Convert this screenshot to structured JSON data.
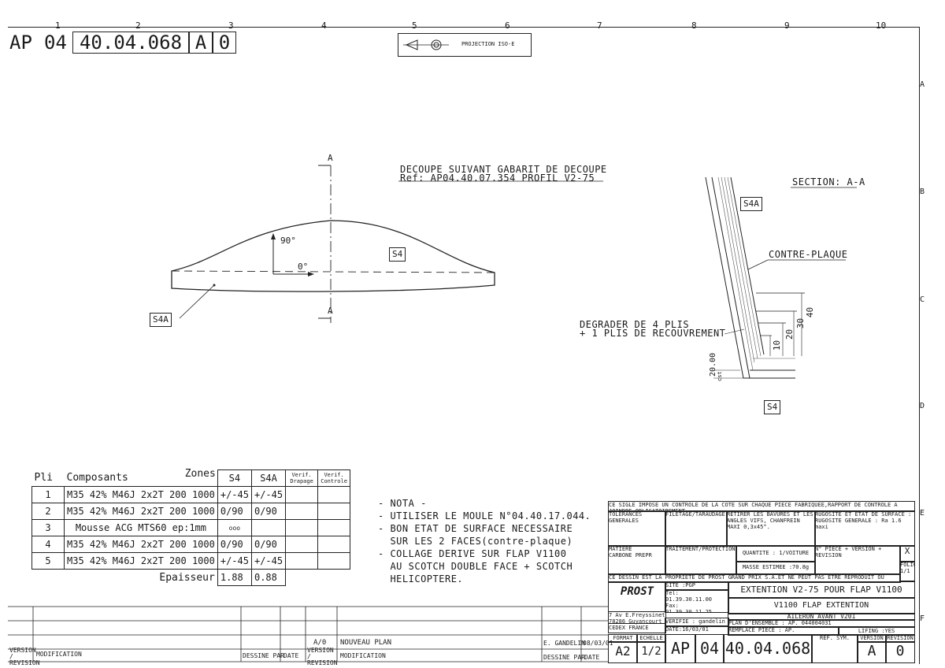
{
  "header": {
    "prefix": "AP",
    "code_a": "04",
    "code_b": "40.04.068",
    "rev_1": "A",
    "rev_2": "0",
    "projection": "PROJECTION ISO-E"
  },
  "columns": [
    "1",
    "2",
    "3",
    "4",
    "5",
    "6",
    "7",
    "8",
    "9",
    "10"
  ],
  "rows": [
    "A",
    "B",
    "C",
    "D",
    "E",
    "F"
  ],
  "main_view": {
    "section_mark": "A",
    "section_mark_bottom": "A",
    "angle_90": "90°",
    "angle_0": "0°",
    "zone_s4": "S4",
    "zone_s4a": "S4A",
    "cut_note_1": "DECOUPE SUIVANT GABARIT DE DECOUPE",
    "cut_note_2": "Ref: AP04.40.07.354 PROFIL V2-75"
  },
  "section_view": {
    "title": "SECTION: A-A",
    "s4a": "S4A",
    "s4": "S4",
    "contre_plaque": "CONTRE-PLAQUE",
    "degrader_1": "DEGRADER DE 4 PLIS",
    "degrader_2": "+ 1 PLIS DE RECOUVREMENT",
    "dim_40": "40",
    "dim_30": "30",
    "dim_20": "20",
    "dim_10": "10",
    "dim_2000": "20.00",
    "dim_cst": "cst"
  },
  "bom": {
    "zones_label": "Zones",
    "col_pli": "Pli",
    "col_comp": "Composants",
    "col_s4": "S4",
    "col_s4a": "S4A",
    "col_verif_drap": "Verif. Drapage",
    "col_verif_ctrl": "Verif. Controle",
    "rows": [
      {
        "pli": "1",
        "comp": "M35 42% M46J 2x2T 200 1000",
        "s4": "+/-45",
        "s4a": "+/-45"
      },
      {
        "pli": "2",
        "comp": "M35 42% M46J 2x2T 200 1000",
        "s4": "0/90",
        "s4a": "0/90"
      },
      {
        "pli": "3",
        "comp": "Mousse ACG MTS60 ep:1mm",
        "s4": "ooo",
        "s4a": ""
      },
      {
        "pli": "4",
        "comp": "M35 42% M46J 2x2T 200 1000",
        "s4": "0/90",
        "s4a": "0/90"
      },
      {
        "pli": "5",
        "comp": "M35 42% M46J 2x2T 200 1000",
        "s4": "+/-45",
        "s4a": "+/-45"
      }
    ],
    "thickness_label": "Epaisseur",
    "thickness_s4": "1.88",
    "thickness_s4a": "0.88"
  },
  "nota": {
    "title": "- NOTA -",
    "lines": [
      "- UTILISER LE MOULE N°04.40.17.044.",
      "- BON ETAT DE SURFACE NECESSAIRE",
      "  SUR LES 2 FACES(contre-plaque)",
      "- COLLAGE DERIVE SUR FLAP V1100",
      "  AU SCOTCH DOUBLE FACE + SCOTCH",
      "  HELICOPTERE."
    ]
  },
  "title_block": {
    "ctrl_note": "CE SIGLE IMPOSE UN CONTROLE DE LA COTE SUR CHAQUE PIECE FABRIQUEE,RAPPORT DE CONTROLE A JOINDRE OBLIGATOIREMENT.",
    "tolerances": "TOLERANCES GENERALES",
    "filetage": "FILETAGE/TARAUDAGE",
    "retirer": "RETIRER LES BAVURES ET LES ANGLES VIFS, CHANFREIN MAXI 0,3x45°.",
    "rugosite": "RUGOSITE ET ETAT DE SURFACE : RUGOSITE GENERALE : Ra 1.6 maxi",
    "matiere_label": "MATIERE",
    "matiere": "CARBONE PREPR",
    "traitement": "TRAITEMENT/PROTECTION",
    "quantite": "QUANTITE : 1/VOITURE",
    "masse": "MASSE ESTIMEE :70.8g",
    "piece_rev": "N° PIECE + VERSION + REVISION",
    "piece_rev_val": "X",
    "propriete": "CE DESSIN EST LA PROPRIETE DE PROST GRAND PRIX S.A.ET NE PEUT PAS ETRE REPRODUIT OU COMMUNIQUE SANS SON AUTORISATION.",
    "site": "SITE :PGP",
    "company": "PROST",
    "tel": "Tel: 01.39.30.11.00",
    "fax": "Fax: 01.39.30.11.25",
    "address1": "7 Av E.Freyssinet",
    "address2": "78286 Guyancourt",
    "address3": "CEDEX FRANCE",
    "verifie": "VERIFIE :",
    "designer": "gandelin",
    "date": "DATE:16/03/01",
    "title1": "EXTENTION V2-75 POUR FLAP V1100",
    "title2": "V1100 FLAP EXTENTION",
    "title3": "AILERON AVANT V201",
    "plan_ensemble": "PLAN D'ENSEMBLE : AP. 044004031",
    "remplace": "REMPLACE PIECE : AP.",
    "lifing": "LIFING :YES",
    "format_label": "FORMAT",
    "echelle_label": "ECHELLE",
    "format": "A2",
    "echelle": "1/2",
    "ref_sym": "REF. SYM.",
    "version_label": "VERSION",
    "revision_label": "REVISION",
    "version": "A",
    "revision": "0",
    "folio_label": "FOLIO",
    "folio": "1/1",
    "prefix": "AP",
    "code_a": "04",
    "code_b": "40.04.068"
  },
  "revision_table": {
    "entry_rev": "A/0",
    "entry_desc": "NOUVEAU PLAN",
    "entry_by": "E. GANDELIN",
    "entry_date": "08/03/01",
    "col_version": "VERSION / REVISION",
    "col_modif": "MODIFICATION",
    "col_dessine": "DESSINE PAR",
    "col_date": "DATE"
  }
}
